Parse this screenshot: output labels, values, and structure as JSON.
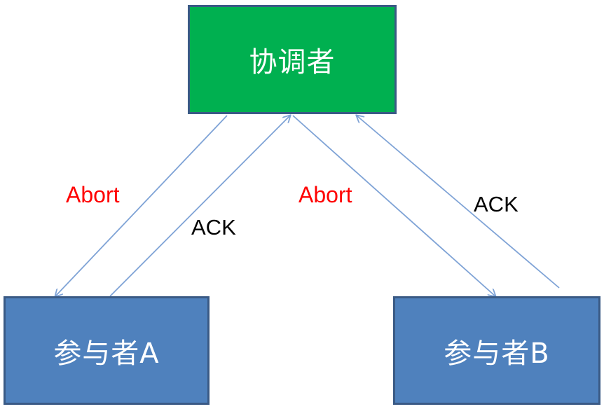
{
  "nodes": {
    "coordinator": "协调者",
    "participant_a": "参与者A",
    "participant_b": "参与者B"
  },
  "edges": {
    "abort_a": "Abort",
    "ack_a": "ACK",
    "abort_b": "Abort",
    "ack_b": "ACK"
  },
  "colors": {
    "coordinator_fill": "#00b050",
    "participant_fill": "#4f81bd",
    "border": "#3a5a85",
    "arrow": "#7fa3d6",
    "abort_text": "#ff0000",
    "ack_text": "#000000"
  }
}
